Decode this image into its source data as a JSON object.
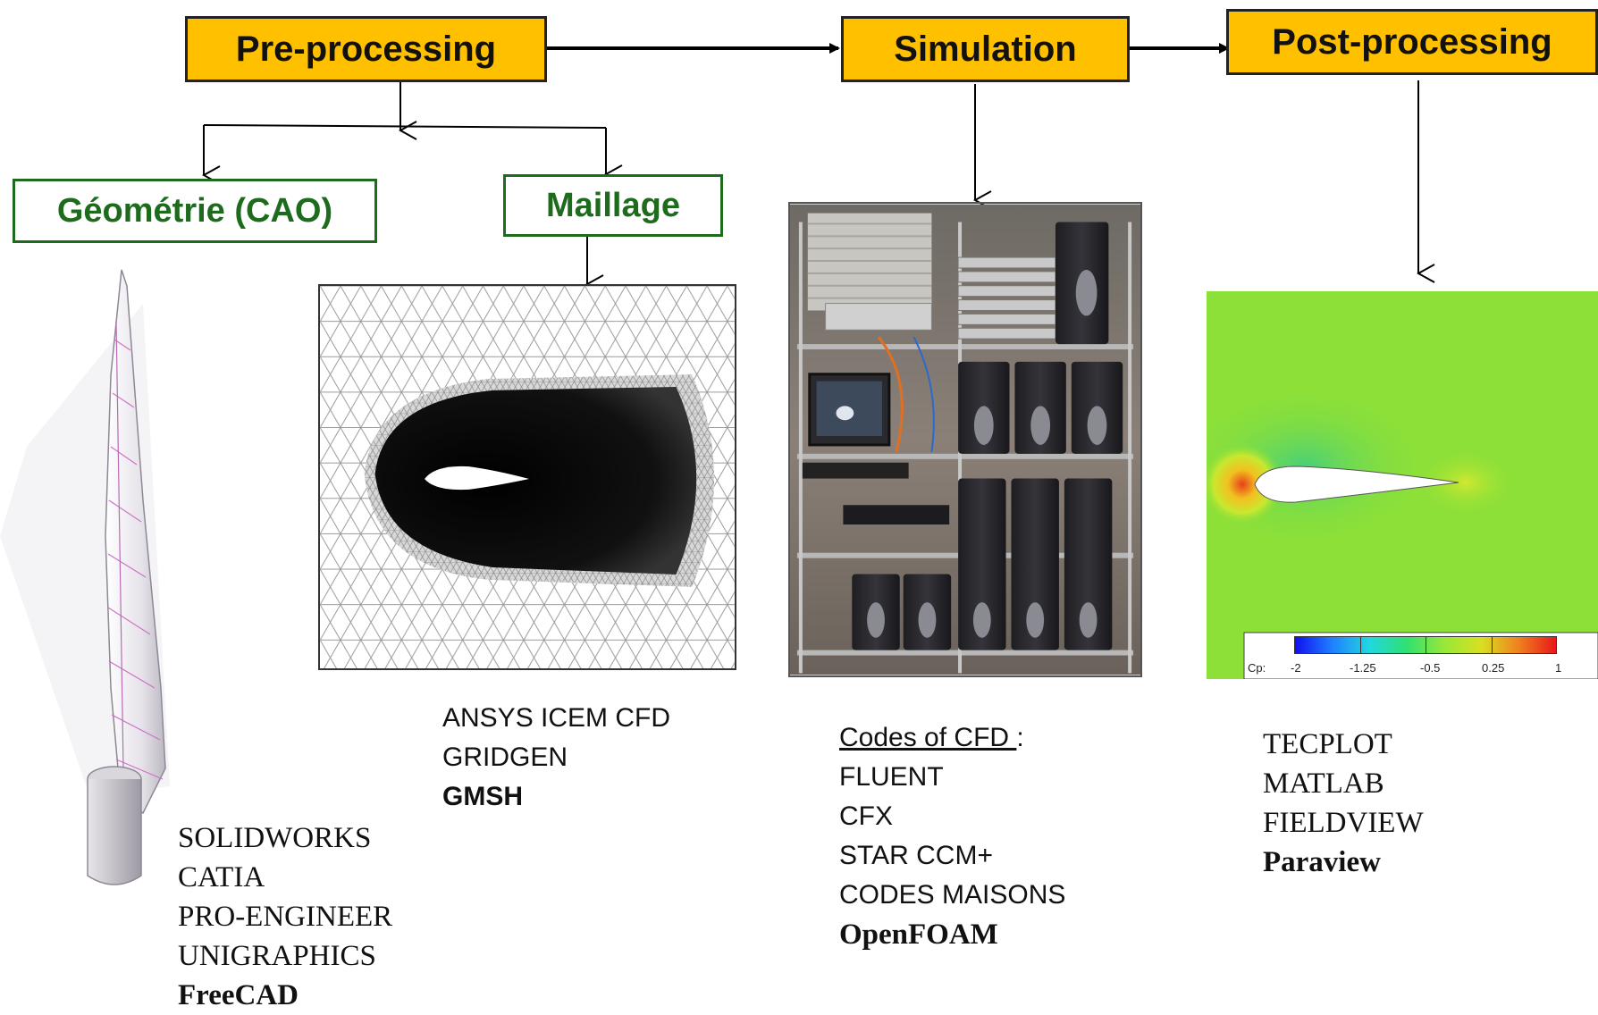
{
  "stages": {
    "pre": "Pre-processing",
    "sim": "Simulation",
    "post": "Post-processing"
  },
  "sub": {
    "geo": "Géométrie (CAO)",
    "mesh": "Maillage"
  },
  "colorbar": {
    "label": "Cp:",
    "ticks": [
      "-2",
      "-1.25",
      "-0.5",
      "0.25",
      "1"
    ]
  },
  "tools": {
    "cao": [
      "SOLIDWORKS",
      "CATIA",
      "PRO-ENGINEER",
      "UNIGRAPHICS",
      "FreeCAD"
    ],
    "mesh": [
      "ANSYS ICEM CFD",
      "GRIDGEN",
      "GMSH"
    ],
    "cfd_title": "Codes of CFD ",
    "cfd_colon": ":",
    "cfd": [
      "FLUENT",
      "CFX",
      "STAR CCM+",
      "CODES MAISONS",
      "OpenFOAM"
    ],
    "post": [
      "TECPLOT",
      "MATLAB",
      "FIELDVIEW",
      "Paraview"
    ]
  },
  "colors": {
    "stage_fill": "#ffc000",
    "sub_border": "#1e6b1e",
    "field_green": "#8ce038"
  },
  "icons": {
    "blade": "wind-turbine-blade-icon",
    "mesh": "airfoil-mesh-icon",
    "cluster": "computer-cluster-icon",
    "field": "pressure-field-icon"
  }
}
